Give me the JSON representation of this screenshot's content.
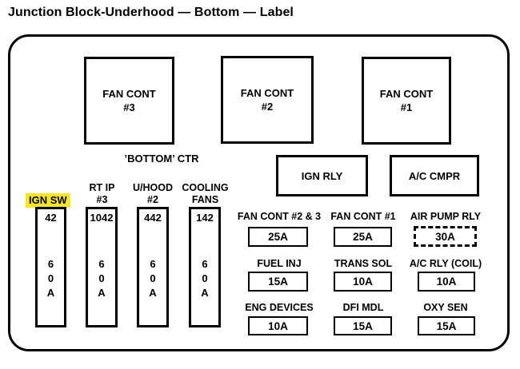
{
  "title": "Junction Block-Underhood — Bottom — Label",
  "colors": {
    "line": "#000000",
    "background": "#ffffff",
    "highlight": "#f8e71c"
  },
  "bottom_ctr_label": "’BOTTOM’ CTR",
  "relays": [
    {
      "line1": "FAN CONT",
      "line2": "#3"
    },
    {
      "line1": "FAN CONT",
      "line2": "#2"
    },
    {
      "line1": "FAN CONT",
      "line2": "#1"
    },
    {
      "label": "IGN RLY"
    },
    {
      "label": "A/C CMPR"
    }
  ],
  "maxi_fuses": [
    {
      "label": "IGN SW",
      "cavity": "42",
      "amps": "60A",
      "highlighted": true
    },
    {
      "label": "RT IP",
      "sublabel": "#3",
      "cavity": "1042",
      "amps": "60A",
      "highlighted": false
    },
    {
      "label": "U/HOOD",
      "sublabel": "#2",
      "cavity": "442",
      "amps": "60A",
      "highlighted": false
    },
    {
      "label": "COOLING",
      "sublabel": "FANS",
      "cavity": "142",
      "amps": "60A",
      "highlighted": false
    }
  ],
  "mini_fuses": {
    "col1": [
      {
        "label": "FAN CONT #2 & 3",
        "amps": "25A"
      },
      {
        "label": "FUEL INJ",
        "amps": "15A"
      },
      {
        "label": "ENG DEVICES",
        "amps": "10A"
      }
    ],
    "col2": [
      {
        "label": "FAN CONT #1",
        "amps": "25A"
      },
      {
        "label": "TRANS SOL",
        "amps": "10A"
      },
      {
        "label": "DFI MDL",
        "amps": "15A"
      }
    ],
    "col3": [
      {
        "label": "AIR PUMP RLY",
        "amps": "30A",
        "dashed": true
      },
      {
        "label": "A/C RLY (COIL)",
        "amps": "10A"
      },
      {
        "label": "OXY SEN",
        "amps": "15A"
      }
    ]
  }
}
